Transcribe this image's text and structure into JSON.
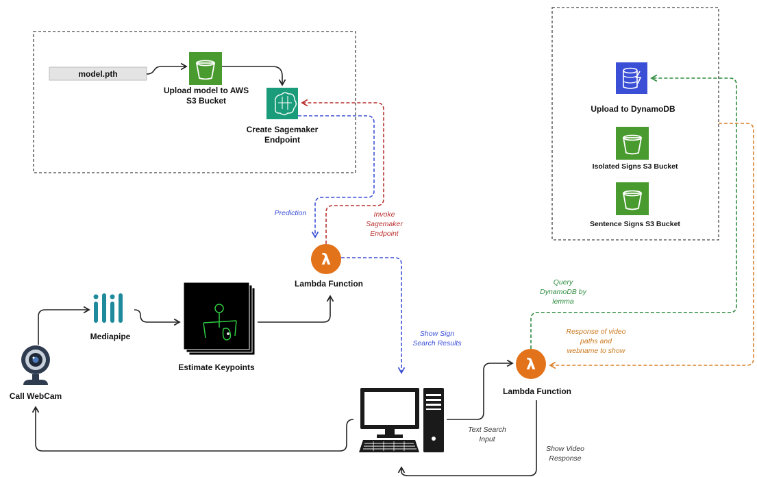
{
  "nodes": {
    "model_file": "model.pth",
    "upload_s3": [
      "Upload model to AWS",
      "S3 Bucket"
    ],
    "sagemaker": [
      "Create Sagemaker",
      "Endpoint"
    ],
    "lambda_top": "Lambda Function",
    "mediapipe": "Mediapipe",
    "keypoints": "Estimate Keypoints",
    "webcam": "Call WebCam",
    "lambda_bottom": "Lambda Function",
    "dynamodb": "Upload to DynamoDB",
    "isolated_bucket": "Isolated Signs S3 Bucket",
    "sentence_bucket": "Sentence Signs S3 Bucket"
  },
  "annotations": {
    "prediction": "Prediction",
    "invoke": [
      "Invoke",
      "Sagemaker",
      "Endpoint"
    ],
    "show_sign": [
      "Show Sign",
      "Search Results"
    ],
    "query": [
      "Query",
      "DynamoDB by",
      "lemma"
    ],
    "response": [
      "Response of video",
      "paths and",
      "webname to show"
    ],
    "text_search": [
      "Text Search",
      "Input"
    ],
    "show_video": [
      "Show Video",
      "Response"
    ]
  },
  "icons": {
    "s3": "s3-bucket-icon",
    "sagemaker": "sagemaker-brain-icon",
    "lambda": "lambda-icon",
    "dynamodb": "dynamodb-icon",
    "mediapipe": "mediapipe-icon",
    "webcam": "webcam-icon",
    "computer": "desktop-computer-icon"
  },
  "colors": {
    "s3_green": "#4a9b2f",
    "sagemaker_teal": "#1a9c7a",
    "lambda_orange": "#e3731b",
    "dynamodb_blue": "#3b4fd6",
    "mediapipe_teal": "#1e8a9c",
    "prediction_blue": "#3b4fd6",
    "invoke_red": "#b8312f",
    "query_green": "#2e8b3e",
    "response_orange": "#d9822b"
  }
}
